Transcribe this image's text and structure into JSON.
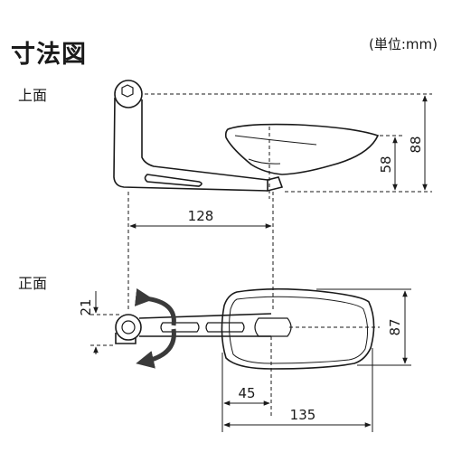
{
  "header": {
    "title": "寸法図",
    "unit": "(単位:mm)"
  },
  "views": {
    "top": {
      "label": "上面"
    },
    "front": {
      "label": "正面"
    }
  },
  "dimensions": {
    "top_height_overall": "88",
    "top_height_mirror": "58",
    "top_width_offset": "128",
    "front_offset_vertical": "21",
    "front_height": "87",
    "front_width_partial": "45",
    "front_width_overall": "135"
  },
  "colors": {
    "line": "#1a1a1a",
    "fill_dark": "#3a3a3a",
    "fill_light": "#cfcfcf"
  }
}
